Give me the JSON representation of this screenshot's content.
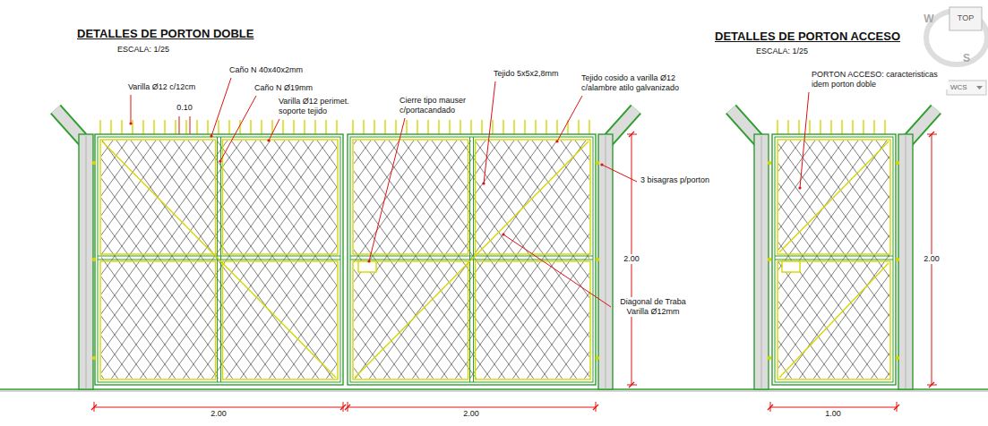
{
  "diagram": {
    "labels": [
      "DETALLES DE PORTON DOBLE",
      "ESCALA: 1/25",
      "DETALLES DE PORTON ACCESO",
      "ESCALA: 1/25",
      "Caño N 40x40x2mm",
      "Caño N Ø19mm",
      "Varilla Ø12 c/12cm",
      "0.10",
      "Varilla Ø12 perimet. soporte tejido",
      "Cierre tipo mauser c/portacandado",
      "Tejido 5x5x2,8mm",
      "Tejido cosido a varilla Ø12 c/alambre atilo galvanizado",
      "3 bisagras p/porton",
      "2.00",
      "Diagonal de Traba Varilla Ø12mm",
      "2.00",
      "2.00",
      "PORTON ACCESO: caracteristicas idem porton doble",
      "2.00",
      "1.00",
      "W",
      "TOP",
      "S",
      "WCS"
    ]
  }
}
